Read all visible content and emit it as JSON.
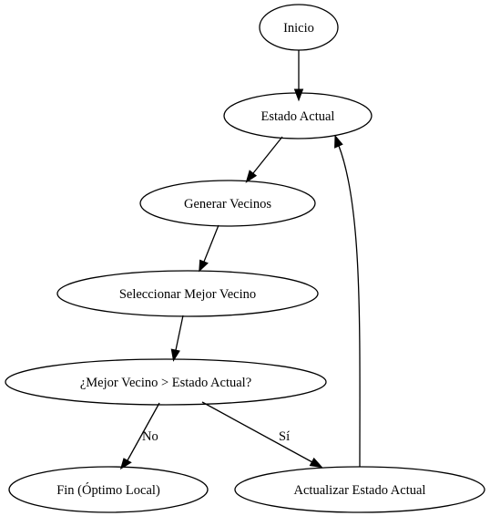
{
  "diagram": {
    "nodes": {
      "inicio": "Inicio",
      "estado_actual": "Estado Actual",
      "generar_vecinos": "Generar Vecinos",
      "seleccionar_mejor_vecino": "Seleccionar Mejor Vecino",
      "decision": "¿Mejor Vecino > Estado Actual?",
      "fin": "Fin (Óptimo Local)",
      "actualizar_estado": "Actualizar Estado Actual"
    },
    "edge_labels": {
      "no": "No",
      "si": "Sí"
    }
  }
}
